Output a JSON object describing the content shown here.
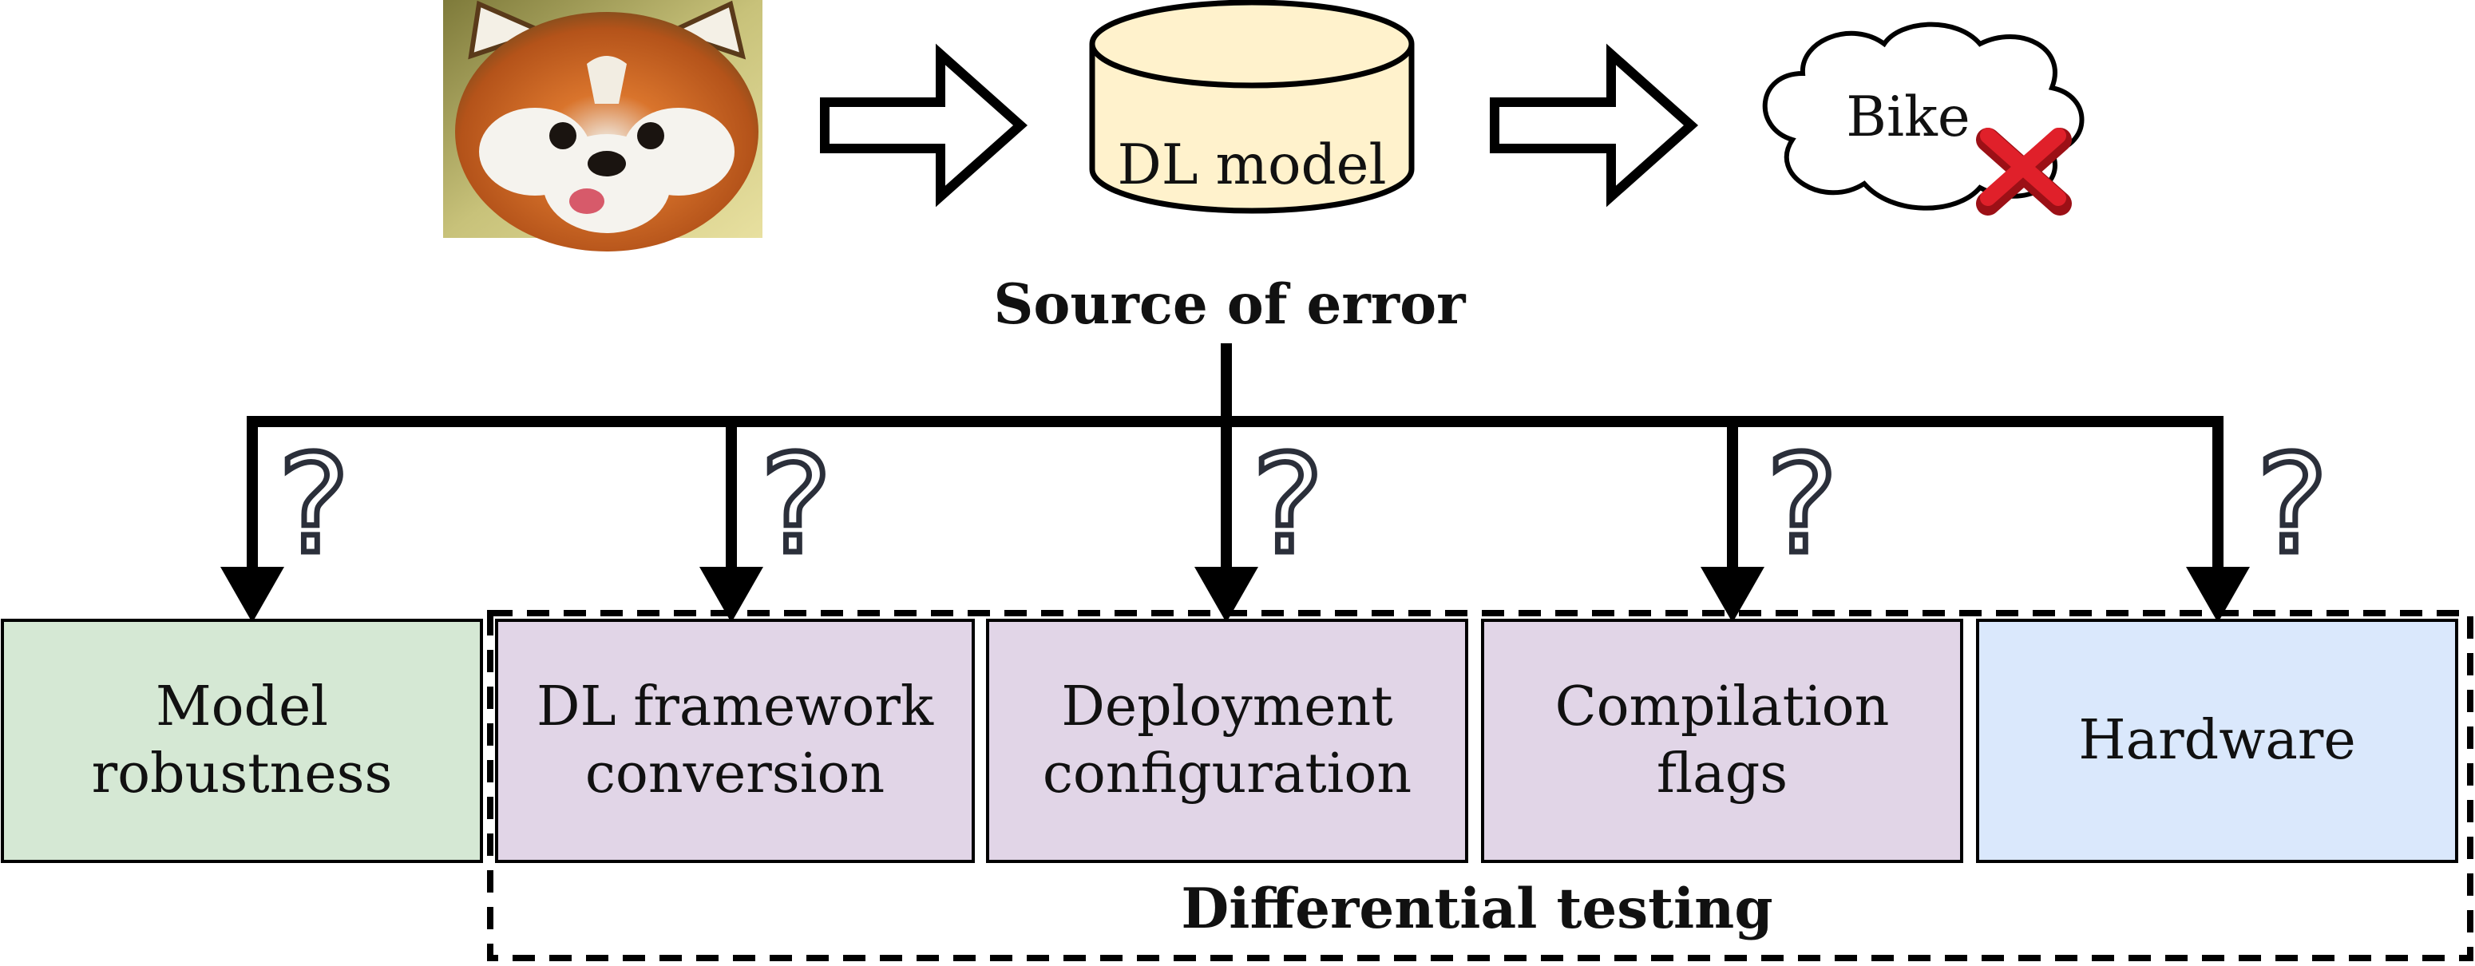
{
  "top_flow": {
    "model_label": "DL model",
    "prediction_label": "Bike"
  },
  "source_title": "Source of error",
  "boxes": [
    {
      "line1": "Model",
      "line2": "robustness",
      "fill": "#d5e8d4"
    },
    {
      "line1": "DL framework",
      "line2": "conversion",
      "fill": "#e1d5e7"
    },
    {
      "line1": "Deployment",
      "line2": "configuration",
      "fill": "#e1d5e7"
    },
    {
      "line1": "Compilation",
      "line2": "flags",
      "fill": "#e1d5e7"
    },
    {
      "line1": "Hardware",
      "line2": "",
      "fill": "#dae8fc"
    }
  ],
  "question_mark": "?",
  "group_label": "Differential testing",
  "colors": {
    "model_fill": "#fff2cc",
    "wrong_mark": "#e0202a",
    "question_stroke": "#2b2f3a"
  },
  "icons": [
    "red-panda-photo",
    "right-arrow-icon",
    "cloud-shape",
    "wrong-x-icon",
    "question-icon"
  ]
}
